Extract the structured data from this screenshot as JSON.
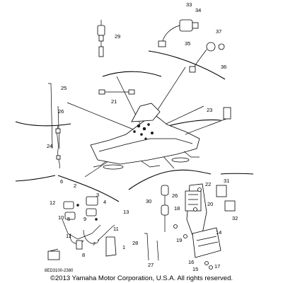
{
  "diagram": {
    "callouts": [
      "33",
      "34",
      "29",
      "37",
      "35",
      "36",
      "25",
      "21",
      "26",
      "23",
      "24",
      "2",
      "6",
      "31",
      "22",
      "3",
      "12",
      "30",
      "26",
      "4",
      "18",
      "13",
      "20",
      "32",
      "5",
      "10",
      "9",
      "28",
      "19",
      "14",
      "11",
      "11",
      "7",
      "1",
      "27",
      "16",
      "17",
      "8",
      "15"
    ],
    "doc_code": "8ED3100-2380",
    "copyright": "©2013 Yamaha Motor Corporation, U.S.A. All rights reserved."
  }
}
